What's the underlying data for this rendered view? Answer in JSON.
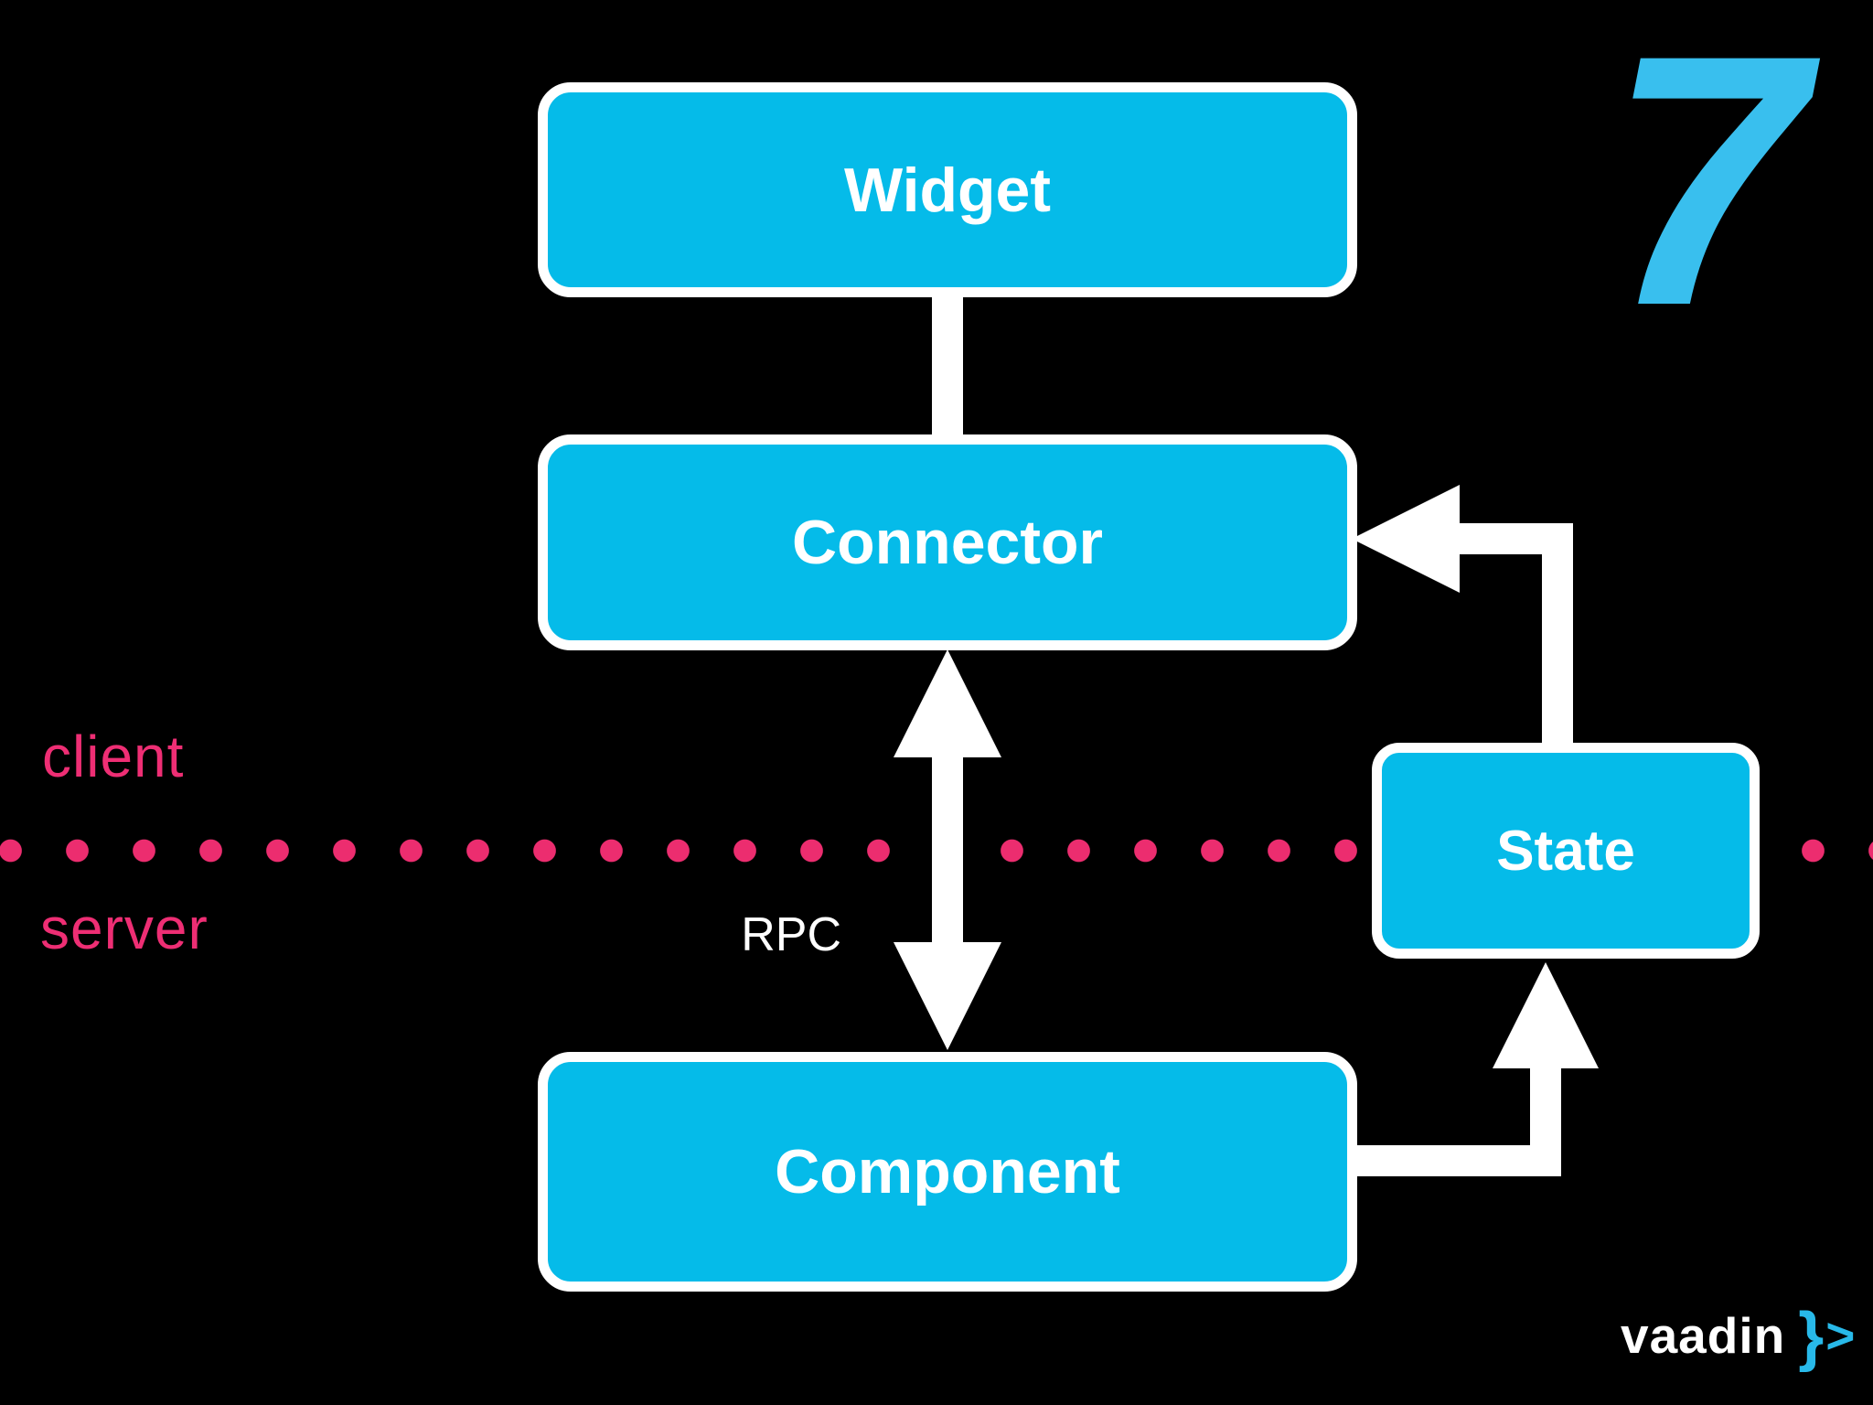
{
  "slide_number": "7",
  "boxes": {
    "widget": "Widget",
    "connector": "Connector",
    "component": "Component",
    "state": "State"
  },
  "zones": {
    "client": "client",
    "server": "server"
  },
  "labels": {
    "rpc": "RPC"
  },
  "logo": {
    "wordmark": "vaadin",
    "brace": "}",
    "chevron": ">"
  },
  "colors": {
    "background": "#000000",
    "box_cyan": "#05bbe9",
    "slide_number_cyan": "#39bfee",
    "logo_cyan": "#28b9e9",
    "divider_pink": "#ec2d6f",
    "zone_label_pink": "#ee2e74",
    "arrow_white": "#ffffff"
  }
}
